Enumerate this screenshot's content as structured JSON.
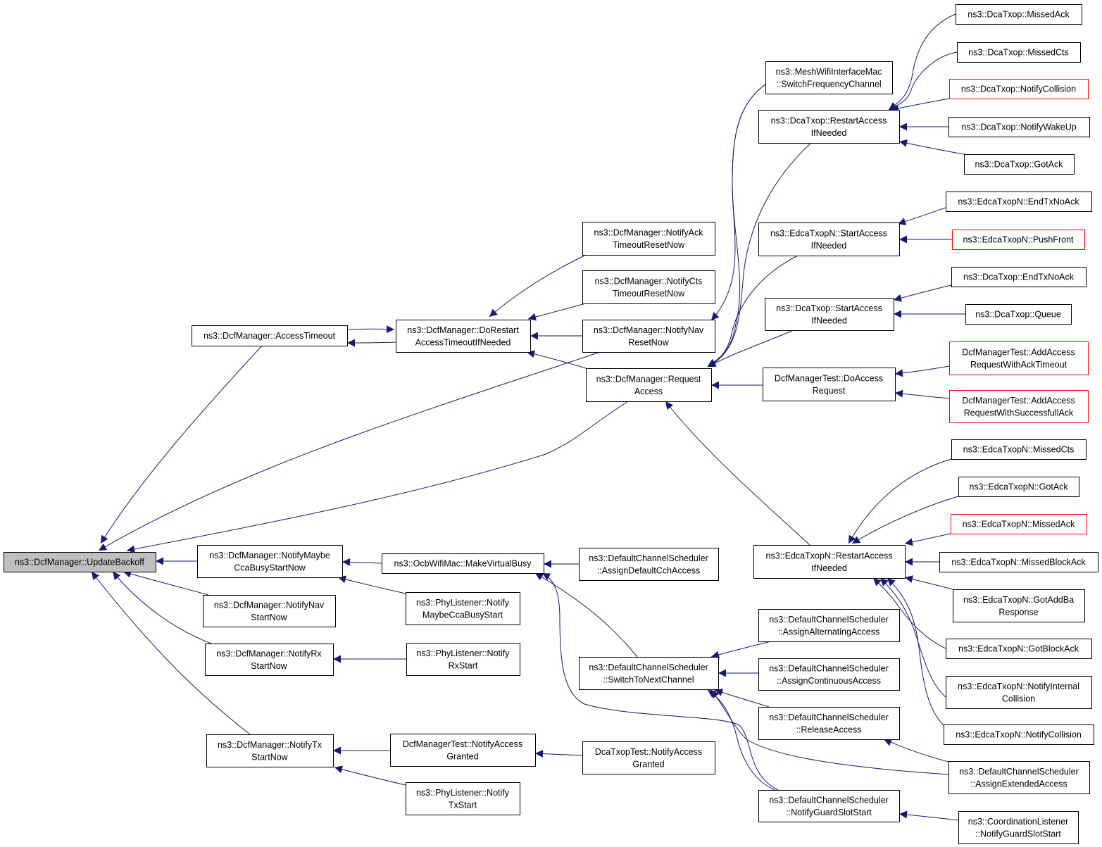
{
  "colors": {
    "edge": "#191970",
    "focus_fill": "#bfbfbf",
    "node_border": "#000000",
    "truncated_border": "#ff0000"
  },
  "nodes": [
    {
      "id": "n0",
      "lines": [
        "ns3::DcfManager::UpdateBackoff"
      ],
      "style": "focus"
    },
    {
      "id": "n1",
      "lines": [
        "ns3::DcfManager::AccessTimeout"
      ]
    },
    {
      "id": "n2",
      "lines": [
        "ns3::DcfManager::DoRestart",
        "AccessTimeoutIfNeeded"
      ]
    },
    {
      "id": "n3",
      "lines": [
        "ns3::DcfManager::NotifyAck",
        "TimeoutResetNow"
      ]
    },
    {
      "id": "n4",
      "lines": [
        "ns3::DcfManager::NotifyCts",
        "TimeoutResetNow"
      ]
    },
    {
      "id": "n5",
      "lines": [
        "ns3::DcfManager::NotifyNav",
        "ResetNow"
      ]
    },
    {
      "id": "n6",
      "lines": [
        "ns3::DcfManager::Request",
        "Access"
      ]
    },
    {
      "id": "n7",
      "lines": [
        "ns3::MeshWifiInterfaceMac",
        "::SwitchFrequencyChannel"
      ]
    },
    {
      "id": "n8",
      "lines": [
        "ns3::DcaTxop::RestartAccess",
        "IfNeeded"
      ]
    },
    {
      "id": "n9",
      "lines": [
        "ns3::EdcaTxopN::StartAccess",
        "IfNeeded"
      ]
    },
    {
      "id": "n10",
      "lines": [
        "ns3::DcaTxop::StartAccess",
        "IfNeeded"
      ]
    },
    {
      "id": "n11",
      "lines": [
        "DcfManagerTest::DoAccess",
        "Request"
      ]
    },
    {
      "id": "n12",
      "lines": [
        "ns3::EdcaTxopN::RestartAccess",
        "IfNeeded"
      ]
    },
    {
      "id": "n13",
      "lines": [
        "ns3::DcaTxop::MissedAck"
      ]
    },
    {
      "id": "n14",
      "lines": [
        "ns3::DcaTxop::MissedCts"
      ]
    },
    {
      "id": "n15",
      "lines": [
        "ns3::DcaTxop::NotifyCollision"
      ],
      "style": "red"
    },
    {
      "id": "n16",
      "lines": [
        "ns3::DcaTxop::NotifyWakeUp"
      ]
    },
    {
      "id": "n17",
      "lines": [
        "ns3::DcaTxop::GotAck"
      ]
    },
    {
      "id": "n18",
      "lines": [
        "ns3::EdcaTxopN::EndTxNoAck"
      ]
    },
    {
      "id": "n19",
      "lines": [
        "ns3::EdcaTxopN::PushFront"
      ],
      "style": "red"
    },
    {
      "id": "n20",
      "lines": [
        "ns3::DcaTxop::EndTxNoAck"
      ]
    },
    {
      "id": "n21",
      "lines": [
        "ns3::DcaTxop::Queue"
      ]
    },
    {
      "id": "n22",
      "lines": [
        "DcfManagerTest::AddAccess",
        "RequestWithAckTimeout"
      ],
      "style": "red"
    },
    {
      "id": "n23",
      "lines": [
        "DcfManagerTest::AddAccess",
        "RequestWithSuccessfullAck"
      ],
      "style": "red"
    },
    {
      "id": "n24",
      "lines": [
        "ns3::EdcaTxopN::MissedCts"
      ]
    },
    {
      "id": "n25",
      "lines": [
        "ns3::EdcaTxopN::GotAck"
      ]
    },
    {
      "id": "n26",
      "lines": [
        "ns3::EdcaTxopN::MissedAck"
      ],
      "style": "red"
    },
    {
      "id": "n27",
      "lines": [
        "ns3::EdcaTxopN::MissedBlockAck"
      ]
    },
    {
      "id": "n28",
      "lines": [
        "ns3::EdcaTxopN::GotAddBa",
        "Response"
      ]
    },
    {
      "id": "n29",
      "lines": [
        "ns3::EdcaTxopN::GotBlockAck"
      ]
    },
    {
      "id": "n30",
      "lines": [
        "ns3::EdcaTxopN::NotifyInternal",
        "Collision"
      ]
    },
    {
      "id": "n31",
      "lines": [
        "ns3::EdcaTxopN::NotifyCollision"
      ]
    },
    {
      "id": "n32",
      "lines": [
        "ns3::DcfManager::NotifyMaybe",
        "CcaBusyStartNow"
      ]
    },
    {
      "id": "n33",
      "lines": [
        "ns3::OcbWifiMac::MakeVirtualBusy"
      ]
    },
    {
      "id": "n34",
      "lines": [
        "ns3::DefaultChannelScheduler",
        "::AssignDefaultCchAccess"
      ]
    },
    {
      "id": "n35",
      "lines": [
        "ns3::PhyListener::Notify",
        "MaybeCcaBusyStart"
      ]
    },
    {
      "id": "n36",
      "lines": [
        "ns3::DcfManager::NotifyNav",
        "StartNow"
      ]
    },
    {
      "id": "n37",
      "lines": [
        "ns3::DcfManager::NotifyRx",
        "StartNow"
      ]
    },
    {
      "id": "n38",
      "lines": [
        "ns3::PhyListener::Notify",
        "RxStart"
      ]
    },
    {
      "id": "n39",
      "lines": [
        "ns3::DefaultChannelScheduler",
        "::SwitchToNextChannel"
      ]
    },
    {
      "id": "n40",
      "lines": [
        "ns3::DefaultChannelScheduler",
        "::AssignAlternatingAccess"
      ]
    },
    {
      "id": "n41",
      "lines": [
        "ns3::DefaultChannelScheduler",
        "::AssignContinuousAccess"
      ]
    },
    {
      "id": "n42",
      "lines": [
        "ns3::DefaultChannelScheduler",
        "::ReleaseAccess"
      ]
    },
    {
      "id": "n43",
      "lines": [
        "ns3::DefaultChannelScheduler",
        "::AssignExtendedAccess"
      ]
    },
    {
      "id": "n44",
      "lines": [
        "ns3::DefaultChannelScheduler",
        "::NotifyGuardSlotStart"
      ]
    },
    {
      "id": "n45",
      "lines": [
        "ns3::CoordinationListener",
        "::NotifyGuardSlotStart"
      ]
    },
    {
      "id": "n46",
      "lines": [
        "ns3::DcfManager::NotifyTx",
        "StartNow"
      ]
    },
    {
      "id": "n47",
      "lines": [
        "DcfManagerTest::NotifyAccess",
        "Granted"
      ]
    },
    {
      "id": "n48",
      "lines": [
        "DcaTxopTest::NotifyAccess",
        "Granted"
      ]
    },
    {
      "id": "n49",
      "lines": [
        "ns3::PhyListener::Notify",
        "TxStart"
      ]
    }
  ],
  "edges": [
    {
      "from": "n1",
      "to": "n0"
    },
    {
      "from": "n2",
      "to": "n1"
    },
    {
      "from": "n1",
      "to": "n2"
    },
    {
      "from": "n3",
      "to": "n2"
    },
    {
      "from": "n4",
      "to": "n2"
    },
    {
      "from": "n5",
      "to": "n2"
    },
    {
      "from": "n6",
      "to": "n2"
    },
    {
      "from": "n5",
      "to": "n0"
    },
    {
      "from": "n6",
      "to": "n0"
    },
    {
      "from": "n7",
      "to": "n5"
    },
    {
      "from": "n7",
      "to": "n6"
    },
    {
      "from": "n8",
      "to": "n6"
    },
    {
      "from": "n9",
      "to": "n6"
    },
    {
      "from": "n10",
      "to": "n6"
    },
    {
      "from": "n11",
      "to": "n6"
    },
    {
      "from": "n12",
      "to": "n6"
    },
    {
      "from": "n13",
      "to": "n8"
    },
    {
      "from": "n14",
      "to": "n8"
    },
    {
      "from": "n15",
      "to": "n8"
    },
    {
      "from": "n16",
      "to": "n8"
    },
    {
      "from": "n17",
      "to": "n8"
    },
    {
      "from": "n18",
      "to": "n9"
    },
    {
      "from": "n19",
      "to": "n9"
    },
    {
      "from": "n20",
      "to": "n10"
    },
    {
      "from": "n21",
      "to": "n10"
    },
    {
      "from": "n22",
      "to": "n11"
    },
    {
      "from": "n23",
      "to": "n11"
    },
    {
      "from": "n24",
      "to": "n12"
    },
    {
      "from": "n25",
      "to": "n12"
    },
    {
      "from": "n26",
      "to": "n12"
    },
    {
      "from": "n27",
      "to": "n12"
    },
    {
      "from": "n28",
      "to": "n12"
    },
    {
      "from": "n29",
      "to": "n12"
    },
    {
      "from": "n30",
      "to": "n12"
    },
    {
      "from": "n31",
      "to": "n12"
    },
    {
      "from": "n32",
      "to": "n0"
    },
    {
      "from": "n33",
      "to": "n32"
    },
    {
      "from": "n35",
      "to": "n32"
    },
    {
      "from": "n34",
      "to": "n33"
    },
    {
      "from": "n39",
      "to": "n33"
    },
    {
      "from": "n44",
      "to": "n33"
    },
    {
      "from": "n36",
      "to": "n0"
    },
    {
      "from": "n37",
      "to": "n0"
    },
    {
      "from": "n38",
      "to": "n37"
    },
    {
      "from": "n46",
      "to": "n0"
    },
    {
      "from": "n40",
      "to": "n39"
    },
    {
      "from": "n41",
      "to": "n39"
    },
    {
      "from": "n42",
      "to": "n39"
    },
    {
      "from": "n43",
      "to": "n39"
    },
    {
      "from": "n44",
      "to": "n39"
    },
    {
      "from": "n43",
      "to": "n42"
    },
    {
      "from": "n45",
      "to": "n44"
    },
    {
      "from": "n47",
      "to": "n46"
    },
    {
      "from": "n49",
      "to": "n46"
    },
    {
      "from": "n48",
      "to": "n47"
    }
  ]
}
